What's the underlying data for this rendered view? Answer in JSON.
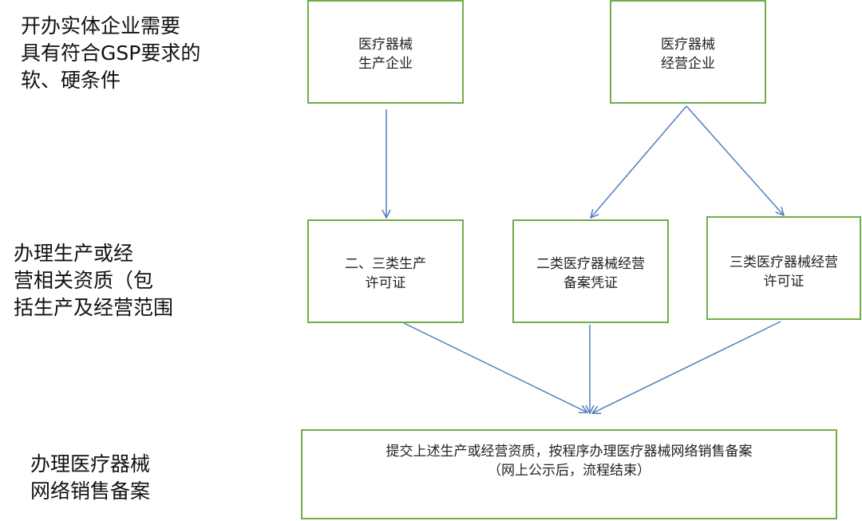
{
  "side_labels": {
    "stage1": "开办实体企业需要\n具有符合GSP要求的\n软、硬条件",
    "stage2": "办理生产或经\n营相关资质（包\n括生产及经营范围",
    "stage3": "办理医疗器械\n网络销售备案"
  },
  "boxes": {
    "manufacturer": "医疗器械\n生产企业",
    "distributor": "医疗器械\n经营企业",
    "production_license": "二、三类生产\n许可证",
    "class2_record": "二类医疗器械经营\n备案凭证",
    "class3_license": "三类医疗器械经营\n许可证",
    "online_filing": "提交上述生产或经营资质，按程序办理医疗器械网络销售备案\n（网上公示后，流程结束）"
  },
  "colors": {
    "box_border": "#70ad47",
    "arrow": "#4f81bd"
  }
}
